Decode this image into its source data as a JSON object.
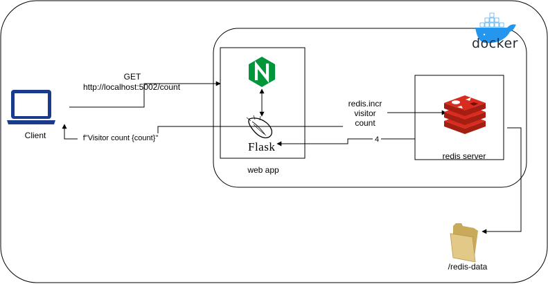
{
  "diagram": {
    "docker_logo_text": "docker",
    "client": {
      "label": "Client"
    },
    "request": {
      "method": "GET",
      "url": "http://localhost:5002/count"
    },
    "response": {
      "label": "f\"Visitor count {count}\""
    },
    "web_app": {
      "label": "web app",
      "flask_logo_text": "Flask"
    },
    "redis_call": {
      "line1": "redis.incr",
      "line2": "visitor",
      "line3": "count"
    },
    "redis_return": {
      "label": "4"
    },
    "redis_server": {
      "label": "redis server"
    },
    "volume": {
      "label": "/redis-data"
    }
  },
  "colors": {
    "nginx_green": "#009639",
    "redis_red": "#d82c20",
    "docker_blue": "#2496ed",
    "laptop_blue": "#1a3b8c",
    "folder_tan": "#e3c987"
  }
}
